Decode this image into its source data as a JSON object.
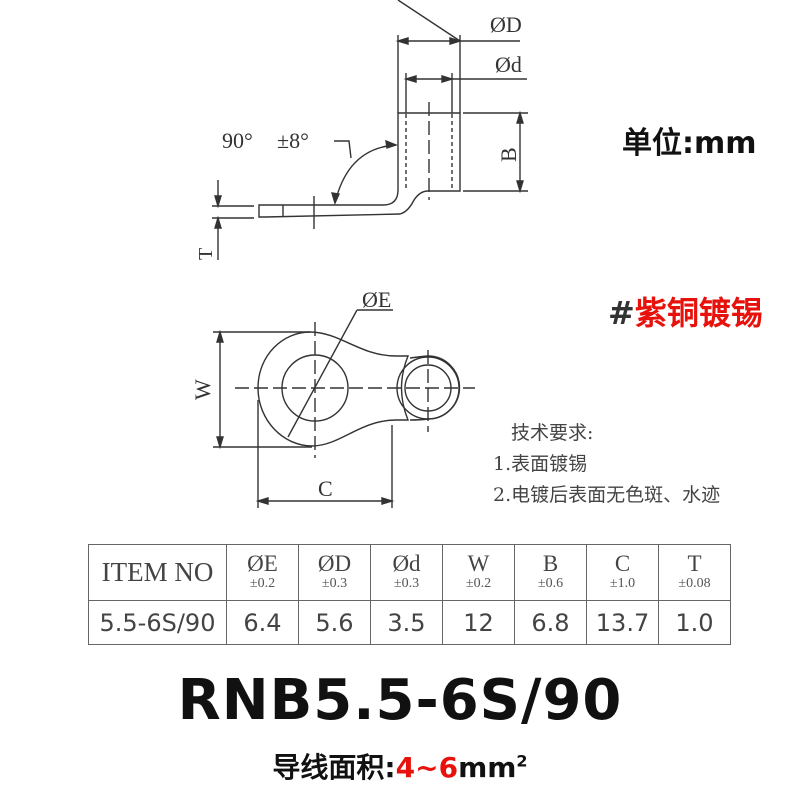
{
  "drawing": {
    "side_view": {
      "angle_label": "90°",
      "angle_tol_label": "±8°",
      "dim_D": "ØD",
      "dim_d": "Ød",
      "dim_B": "B",
      "dim_T": "T"
    },
    "top_view": {
      "dim_E": "ØE",
      "dim_W": "W",
      "dim_C": "C"
    }
  },
  "unit_label": "单位:mm",
  "material": {
    "hash": "#",
    "text": "紫铜镀锡",
    "color": "#e8120c"
  },
  "requirements": {
    "title": "技术要求:",
    "items": [
      "1.表面镀锡",
      "2.电镀后表面无色斑、水迹"
    ]
  },
  "spec_table": {
    "item_header": "ITEM NO",
    "columns": [
      {
        "name": "ØE",
        "tol": "±0.2"
      },
      {
        "name": "ØD",
        "tol": "±0.3"
      },
      {
        "name": "Ød",
        "tol": "±0.3"
      },
      {
        "name": "W",
        "tol": "±0.2"
      },
      {
        "name": "B",
        "tol": "±0.6"
      },
      {
        "name": "C",
        "tol": "±1.0"
      },
      {
        "name": "T",
        "tol": "±0.08"
      }
    ],
    "rows": [
      {
        "item": "5.5-6S/90",
        "values": [
          "6.4",
          "5.6",
          "3.5",
          "12",
          "6.8",
          "13.7",
          "1.0"
        ]
      }
    ]
  },
  "model_name": "RNB5.5-6S/90",
  "wire_area": {
    "label": "导线面积:",
    "range": "4~6",
    "unit": "mm",
    "sup": "2"
  }
}
